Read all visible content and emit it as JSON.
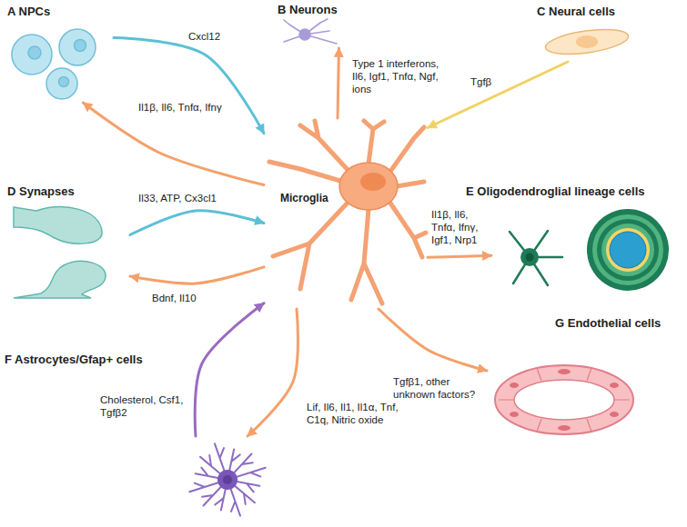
{
  "diagram": {
    "nodes": [
      {
        "text": [
          "A NPCs"
        ]
      },
      {
        "text": [
          "B Neurons"
        ]
      },
      {
        "text": [
          "C Neural cells"
        ]
      },
      {
        "text": [
          "D Synapses"
        ]
      },
      {
        "text": [
          "Microglia"
        ]
      },
      {
        "text": [
          "E Oligodendroglial lineage cells"
        ]
      },
      {
        "text": [
          "G Endothelial cells"
        ]
      },
      {
        "text": [
          "F Astrocytes/Gfap+ cells"
        ]
      }
    ],
    "edges": [
      {
        "from": 0,
        "to": 4,
        "arrow": "to",
        "label": "Cxcl12"
      },
      {
        "from": 4,
        "to": 0,
        "arrow": "to",
        "label": "Il1β, Il6, Tnfα, Ifnγ"
      },
      {
        "from": 4,
        "to": 1,
        "arrow": "to",
        "label": "Type 1 interferons, Il6, Igf1, Tnfα, Ngf, ions"
      },
      {
        "from": 2,
        "to": 4,
        "arrow": "to",
        "label": "Tgfβ"
      },
      {
        "from": 3,
        "to": 4,
        "arrow": "to",
        "label": "Il33, ATP, Cx3cl1"
      },
      {
        "from": 4,
        "to": 3,
        "arrow": "to",
        "label": "Bdnf, Il10"
      },
      {
        "from": 4,
        "to": 5,
        "arrow": "to",
        "label": "Il1β, Il6, Tnfα, Ifnγ, Igf1, Nrp1"
      },
      {
        "from": 4,
        "to": 6,
        "arrow": "to",
        "label": "Tgfβ1, other unknown factors?"
      },
      {
        "from": 4,
        "to": 7,
        "arrow": "to",
        "label": "Lif, Il6, Il1, Il1α, Tnf, C1q, Nitric oxide"
      },
      {
        "from": 7,
        "to": 4,
        "arrow": "to",
        "label": "Cholesterol, Csf1, Tgfβ2"
      }
    ]
  }
}
